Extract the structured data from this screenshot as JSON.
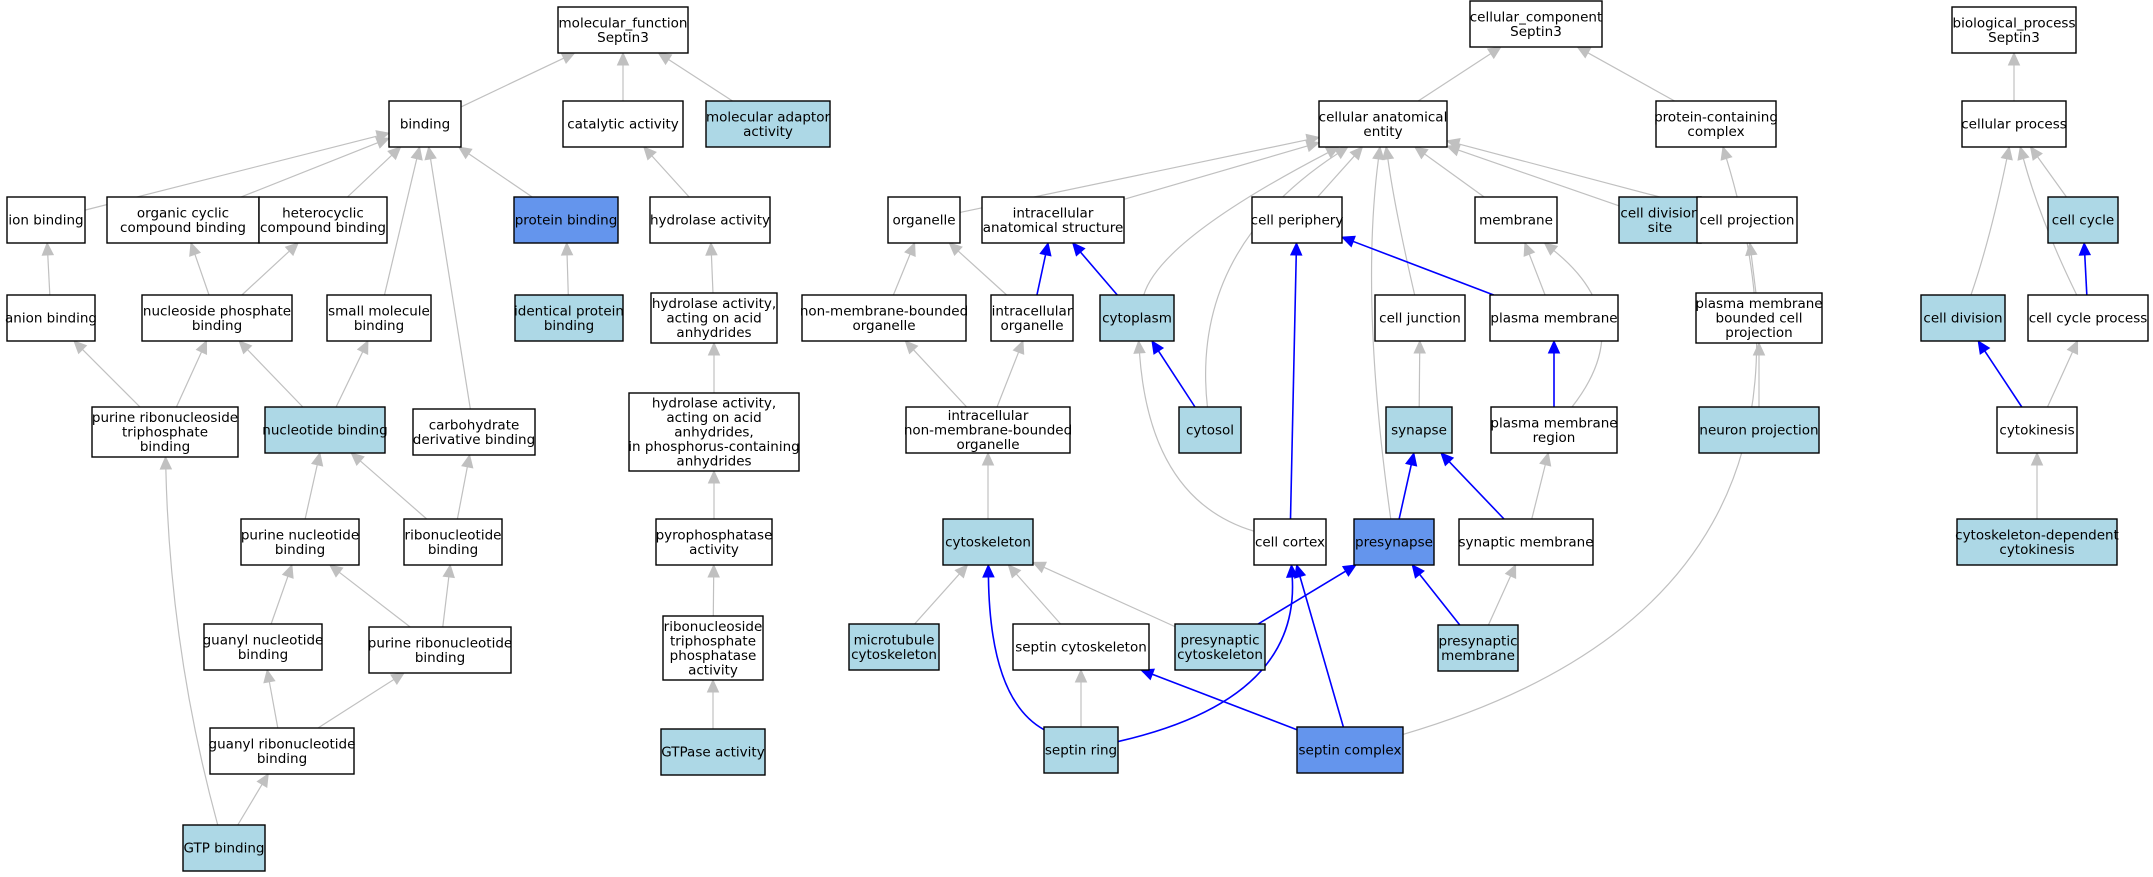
{
  "graph": {
    "colors": {
      "white": "#ffffff",
      "light": "#add8e6",
      "dark": "#6495ed",
      "gray_edge": "#c0c0c0",
      "blue_edge": "#0000ff"
    },
    "nodes": [
      {
        "id": "mf",
        "lines": [
          "molecular_function",
          "Septin3"
        ],
        "fill": "white"
      },
      {
        "id": "binding",
        "lines": [
          "binding"
        ],
        "fill": "white"
      },
      {
        "id": "catalytic",
        "lines": [
          "catalytic activity"
        ],
        "fill": "white"
      },
      {
        "id": "mol_adaptor",
        "lines": [
          "molecular adaptor",
          "activity"
        ],
        "fill": "light"
      },
      {
        "id": "ion_binding",
        "lines": [
          "ion binding"
        ],
        "fill": "white"
      },
      {
        "id": "organic_cyclic",
        "lines": [
          "organic cyclic",
          "compound binding"
        ],
        "fill": "white"
      },
      {
        "id": "heterocyclic",
        "lines": [
          "heterocyclic",
          "compound binding"
        ],
        "fill": "white"
      },
      {
        "id": "protein_binding",
        "lines": [
          "protein binding"
        ],
        "fill": "dark"
      },
      {
        "id": "hydrolase",
        "lines": [
          "hydrolase activity"
        ],
        "fill": "white"
      },
      {
        "id": "anion_binding",
        "lines": [
          "anion binding"
        ],
        "fill": "white"
      },
      {
        "id": "nucleoside_phosphate",
        "lines": [
          "nucleoside phosphate",
          "binding"
        ],
        "fill": "white"
      },
      {
        "id": "small_molecule",
        "lines": [
          "small molecule",
          "binding"
        ],
        "fill": "white"
      },
      {
        "id": "identical_protein",
        "lines": [
          "identical protein",
          "binding"
        ],
        "fill": "light"
      },
      {
        "id": "hydrolase_anhydrides",
        "lines": [
          "hydrolase activity,",
          "acting on acid",
          "anhydrides"
        ],
        "fill": "white"
      },
      {
        "id": "purine_ribo_tri",
        "lines": [
          "purine ribonucleoside",
          "triphosphate",
          "binding"
        ],
        "fill": "white"
      },
      {
        "id": "nucleotide_binding",
        "lines": [
          "nucleotide binding"
        ],
        "fill": "light"
      },
      {
        "id": "carbohydrate",
        "lines": [
          "carbohydrate",
          "derivative binding"
        ],
        "fill": "white"
      },
      {
        "id": "hydrolase_phos",
        "lines": [
          "hydrolase activity,",
          "acting on acid",
          "anhydrides,",
          "in phosphorus-containing",
          "anhydrides"
        ],
        "fill": "white"
      },
      {
        "id": "purine_nucleotide",
        "lines": [
          "purine nucleotide",
          "binding"
        ],
        "fill": "white"
      },
      {
        "id": "ribonucleotide",
        "lines": [
          "ribonucleotide",
          "binding"
        ],
        "fill": "white"
      },
      {
        "id": "pyrophosphatase",
        "lines": [
          "pyrophosphatase",
          "activity"
        ],
        "fill": "white"
      },
      {
        "id": "guanyl_nucleotide",
        "lines": [
          "guanyl nucleotide",
          "binding"
        ],
        "fill": "white"
      },
      {
        "id": "purine_ribonucleotide",
        "lines": [
          "purine ribonucleotide",
          "binding"
        ],
        "fill": "white"
      },
      {
        "id": "ribo_tri_phosphatase",
        "lines": [
          "ribonucleoside",
          "triphosphate",
          "phosphatase",
          "activity"
        ],
        "fill": "white"
      },
      {
        "id": "guanyl_ribonucleotide",
        "lines": [
          "guanyl ribonucleotide",
          "binding"
        ],
        "fill": "white"
      },
      {
        "id": "gtpase",
        "lines": [
          "GTPase activity"
        ],
        "fill": "light"
      },
      {
        "id": "gtp_binding",
        "lines": [
          "GTP binding"
        ],
        "fill": "light"
      },
      {
        "id": "cc",
        "lines": [
          "cellular_component",
          "Septin3"
        ],
        "fill": "white"
      },
      {
        "id": "cae",
        "lines": [
          "cellular anatomical",
          "entity"
        ],
        "fill": "white"
      },
      {
        "id": "protein_complex",
        "lines": [
          "protein-containing",
          "complex"
        ],
        "fill": "white"
      },
      {
        "id": "organelle",
        "lines": [
          "organelle"
        ],
        "fill": "white"
      },
      {
        "id": "intracellular_as",
        "lines": [
          "intracellular",
          "anatomical structure"
        ],
        "fill": "white"
      },
      {
        "id": "cell_periphery",
        "lines": [
          "cell periphery"
        ],
        "fill": "white"
      },
      {
        "id": "membrane",
        "lines": [
          "membrane"
        ],
        "fill": "white"
      },
      {
        "id": "cell_division_site",
        "lines": [
          "cell division",
          "site"
        ],
        "fill": "light"
      },
      {
        "id": "cell_projection",
        "lines": [
          "cell projection"
        ],
        "fill": "white"
      },
      {
        "id": "nmb_organelle",
        "lines": [
          "non-membrane-bounded",
          "organelle"
        ],
        "fill": "white"
      },
      {
        "id": "intracellular_organelle",
        "lines": [
          "intracellular",
          "organelle"
        ],
        "fill": "white"
      },
      {
        "id": "cytoplasm",
        "lines": [
          "cytoplasm"
        ],
        "fill": "light"
      },
      {
        "id": "cell_junction",
        "lines": [
          "cell junction"
        ],
        "fill": "white"
      },
      {
        "id": "plasma_membrane",
        "lines": [
          "plasma membrane"
        ],
        "fill": "white"
      },
      {
        "id": "pm_bounded_projection",
        "lines": [
          "plasma membrane",
          "bounded cell",
          "projection"
        ],
        "fill": "white"
      },
      {
        "id": "intra_nmb_organelle",
        "lines": [
          "intracellular",
          "non-membrane-bounded",
          "organelle"
        ],
        "fill": "white"
      },
      {
        "id": "cytosol",
        "lines": [
          "cytosol"
        ],
        "fill": "light"
      },
      {
        "id": "synapse",
        "lines": [
          "synapse"
        ],
        "fill": "light"
      },
      {
        "id": "pm_region",
        "lines": [
          "plasma membrane",
          "region"
        ],
        "fill": "white"
      },
      {
        "id": "neuron_projection",
        "lines": [
          "neuron projection"
        ],
        "fill": "light"
      },
      {
        "id": "cytoskeleton",
        "lines": [
          "cytoskeleton"
        ],
        "fill": "light"
      },
      {
        "id": "cell_cortex",
        "lines": [
          "cell cortex"
        ],
        "fill": "white"
      },
      {
        "id": "presynapse",
        "lines": [
          "presynapse"
        ],
        "fill": "dark"
      },
      {
        "id": "synaptic_membrane",
        "lines": [
          "synaptic membrane"
        ],
        "fill": "white"
      },
      {
        "id": "microtubule_cytoskeleton",
        "lines": [
          "microtubule",
          "cytoskeleton"
        ],
        "fill": "light"
      },
      {
        "id": "septin_cytoskeleton",
        "lines": [
          "septin cytoskeleton"
        ],
        "fill": "white"
      },
      {
        "id": "presynaptic_cytoskeleton",
        "lines": [
          "presynaptic",
          "cytoskeleton"
        ],
        "fill": "light"
      },
      {
        "id": "presynaptic_membrane",
        "lines": [
          "presynaptic",
          "membrane"
        ],
        "fill": "light"
      },
      {
        "id": "septin_ring",
        "lines": [
          "septin ring"
        ],
        "fill": "light"
      },
      {
        "id": "septin_complex",
        "lines": [
          "septin complex"
        ],
        "fill": "dark"
      },
      {
        "id": "bp",
        "lines": [
          "biological_process",
          "Septin3"
        ],
        "fill": "white"
      },
      {
        "id": "cellular_process",
        "lines": [
          "cellular process"
        ],
        "fill": "white"
      },
      {
        "id": "cell_cycle",
        "lines": [
          "cell cycle"
        ],
        "fill": "light"
      },
      {
        "id": "cell_division",
        "lines": [
          "cell division"
        ],
        "fill": "light"
      },
      {
        "id": "cell_cycle_process",
        "lines": [
          "cell cycle process"
        ],
        "fill": "white"
      },
      {
        "id": "cytokinesis",
        "lines": [
          "cytokinesis"
        ],
        "fill": "white"
      },
      {
        "id": "cyto_dep_cytokinesis",
        "lines": [
          "cytoskeleton-dependent",
          "cytokinesis"
        ],
        "fill": "light"
      }
    ],
    "edges": [
      {
        "from": "binding",
        "to": "mf",
        "color": "gray"
      },
      {
        "from": "catalytic",
        "to": "mf",
        "color": "gray"
      },
      {
        "from": "mol_adaptor",
        "to": "mf",
        "color": "gray"
      },
      {
        "from": "ion_binding",
        "to": "binding",
        "color": "gray"
      },
      {
        "from": "organic_cyclic",
        "to": "binding",
        "color": "gray"
      },
      {
        "from": "heterocyclic",
        "to": "binding",
        "color": "gray"
      },
      {
        "from": "protein_binding",
        "to": "binding",
        "color": "gray"
      },
      {
        "from": "small_molecule",
        "to": "binding",
        "color": "gray"
      },
      {
        "from": "carbohydrate",
        "to": "binding",
        "color": "gray"
      },
      {
        "from": "anion_binding",
        "to": "ion_binding",
        "color": "gray"
      },
      {
        "from": "nucleoside_phosphate",
        "to": "organic_cyclic",
        "color": "gray"
      },
      {
        "from": "nucleoside_phosphate",
        "to": "heterocyclic",
        "color": "gray"
      },
      {
        "from": "identical_protein",
        "to": "protein_binding",
        "color": "gray"
      },
      {
        "from": "hydrolase",
        "to": "catalytic",
        "color": "gray"
      },
      {
        "from": "hydrolase_anhydrides",
        "to": "hydrolase",
        "color": "gray"
      },
      {
        "from": "hydrolase_phos",
        "to": "hydrolase_anhydrides",
        "color": "gray"
      },
      {
        "from": "pyrophosphatase",
        "to": "hydrolase_phos",
        "color": "gray"
      },
      {
        "from": "ribo_tri_phosphatase",
        "to": "pyrophosphatase",
        "color": "gray"
      },
      {
        "from": "gtpase",
        "to": "ribo_tri_phosphatase",
        "color": "gray"
      },
      {
        "from": "purine_ribo_tri",
        "to": "anion_binding",
        "color": "gray"
      },
      {
        "from": "purine_ribo_tri",
        "to": "nucleoside_phosphate",
        "color": "gray"
      },
      {
        "from": "nucleotide_binding",
        "to": "nucleoside_phosphate",
        "color": "gray"
      },
      {
        "from": "nucleotide_binding",
        "to": "small_molecule",
        "color": "gray"
      },
      {
        "from": "purine_nucleotide",
        "to": "nucleotide_binding",
        "color": "gray"
      },
      {
        "from": "ribonucleotide",
        "to": "nucleotide_binding",
        "color": "gray"
      },
      {
        "from": "ribonucleotide",
        "to": "carbohydrate",
        "color": "gray"
      },
      {
        "from": "guanyl_nucleotide",
        "to": "purine_nucleotide",
        "color": "gray"
      },
      {
        "from": "purine_ribonucleotide",
        "to": "purine_nucleotide",
        "color": "gray"
      },
      {
        "from": "purine_ribonucleotide",
        "to": "ribonucleotide",
        "color": "gray"
      },
      {
        "from": "guanyl_ribonucleotide",
        "to": "guanyl_nucleotide",
        "color": "gray"
      },
      {
        "from": "guanyl_ribonucleotide",
        "to": "purine_ribonucleotide",
        "color": "gray"
      },
      {
        "from": "gtp_binding",
        "to": "guanyl_ribonucleotide",
        "color": "gray"
      },
      {
        "from": "gtp_binding",
        "to": "purine_ribo_tri",
        "color": "gray"
      },
      {
        "from": "cae",
        "to": "cc",
        "color": "gray"
      },
      {
        "from": "protein_complex",
        "to": "cc",
        "color": "gray"
      },
      {
        "from": "organelle",
        "to": "cae",
        "color": "gray"
      },
      {
        "from": "intracellular_as",
        "to": "cae",
        "color": "gray"
      },
      {
        "from": "cell_periphery",
        "to": "cae",
        "color": "gray"
      },
      {
        "from": "membrane",
        "to": "cae",
        "color": "gray"
      },
      {
        "from": "cell_division_site",
        "to": "cae",
        "color": "gray"
      },
      {
        "from": "cell_projection",
        "to": "cae",
        "color": "gray"
      },
      {
        "from": "cytoplasm",
        "to": "cae",
        "color": "gray"
      },
      {
        "from": "cytosol",
        "to": "cae",
        "color": "gray"
      },
      {
        "from": "cell_junction",
        "to": "cae",
        "color": "gray"
      },
      {
        "from": "presynapse",
        "to": "cae",
        "color": "gray"
      },
      {
        "from": "nmb_organelle",
        "to": "organelle",
        "color": "gray"
      },
      {
        "from": "intracellular_organelle",
        "to": "organelle",
        "color": "gray"
      },
      {
        "from": "intracellular_organelle",
        "to": "intracellular_as",
        "color": "blue"
      },
      {
        "from": "cytoplasm",
        "to": "intracellular_as",
        "color": "blue"
      },
      {
        "from": "intra_nmb_organelle",
        "to": "nmb_organelle",
        "color": "gray"
      },
      {
        "from": "intra_nmb_organelle",
        "to": "intracellular_organelle",
        "color": "gray"
      },
      {
        "from": "cytosol",
        "to": "cytoplasm",
        "color": "blue"
      },
      {
        "from": "cell_cortex",
        "to": "cytoplasm",
        "color": "gray"
      },
      {
        "from": "plasma_membrane",
        "to": "cell_periphery",
        "color": "blue"
      },
      {
        "from": "cell_cortex",
        "to": "cell_periphery",
        "color": "blue"
      },
      {
        "from": "plasma_membrane",
        "to": "membrane",
        "color": "gray"
      },
      {
        "from": "pm_region",
        "to": "membrane",
        "color": "gray"
      },
      {
        "from": "pm_region",
        "to": "plasma_membrane",
        "color": "blue"
      },
      {
        "from": "pm_bounded_projection",
        "to": "cell_projection",
        "color": "gray"
      },
      {
        "from": "neuron_projection",
        "to": "pm_bounded_projection",
        "color": "gray"
      },
      {
        "from": "synapse",
        "to": "cell_junction",
        "color": "gray"
      },
      {
        "from": "presynapse",
        "to": "synapse",
        "color": "blue"
      },
      {
        "from": "synaptic_membrane",
        "to": "synapse",
        "color": "blue"
      },
      {
        "from": "synaptic_membrane",
        "to": "pm_region",
        "color": "gray"
      },
      {
        "from": "presynaptic_membrane",
        "to": "presynapse",
        "color": "blue"
      },
      {
        "from": "presynaptic_membrane",
        "to": "synaptic_membrane",
        "color": "gray"
      },
      {
        "from": "presynaptic_cytoskeleton",
        "to": "presynapse",
        "color": "blue"
      },
      {
        "from": "presynaptic_cytoskeleton",
        "to": "cytoskeleton",
        "color": "gray"
      },
      {
        "from": "cytoskeleton",
        "to": "intra_nmb_organelle",
        "color": "gray"
      },
      {
        "from": "microtubule_cytoskeleton",
        "to": "cytoskeleton",
        "color": "gray"
      },
      {
        "from": "septin_cytoskeleton",
        "to": "cytoskeleton",
        "color": "gray"
      },
      {
        "from": "septin_ring",
        "to": "cytoskeleton",
        "color": "blue"
      },
      {
        "from": "septin_ring",
        "to": "septin_cytoskeleton",
        "color": "gray"
      },
      {
        "from": "septin_ring",
        "to": "cell_cortex",
        "color": "blue"
      },
      {
        "from": "septin_complex",
        "to": "septin_cytoskeleton",
        "color": "blue"
      },
      {
        "from": "septin_complex",
        "to": "cell_cortex",
        "color": "blue"
      },
      {
        "from": "septin_complex",
        "to": "protein_complex",
        "color": "gray"
      },
      {
        "from": "cellular_process",
        "to": "bp",
        "color": "gray"
      },
      {
        "from": "cell_cycle",
        "to": "cellular_process",
        "color": "gray"
      },
      {
        "from": "cell_division",
        "to": "cellular_process",
        "color": "gray"
      },
      {
        "from": "cell_cycle_process",
        "to": "cellular_process",
        "color": "gray"
      },
      {
        "from": "cell_cycle_process",
        "to": "cell_cycle",
        "color": "blue"
      },
      {
        "from": "cytokinesis",
        "to": "cell_division",
        "color": "blue"
      },
      {
        "from": "cytokinesis",
        "to": "cell_cycle_process",
        "color": "gray"
      },
      {
        "from": "cyto_dep_cytokinesis",
        "to": "cytokinesis",
        "color": "gray"
      }
    ]
  }
}
